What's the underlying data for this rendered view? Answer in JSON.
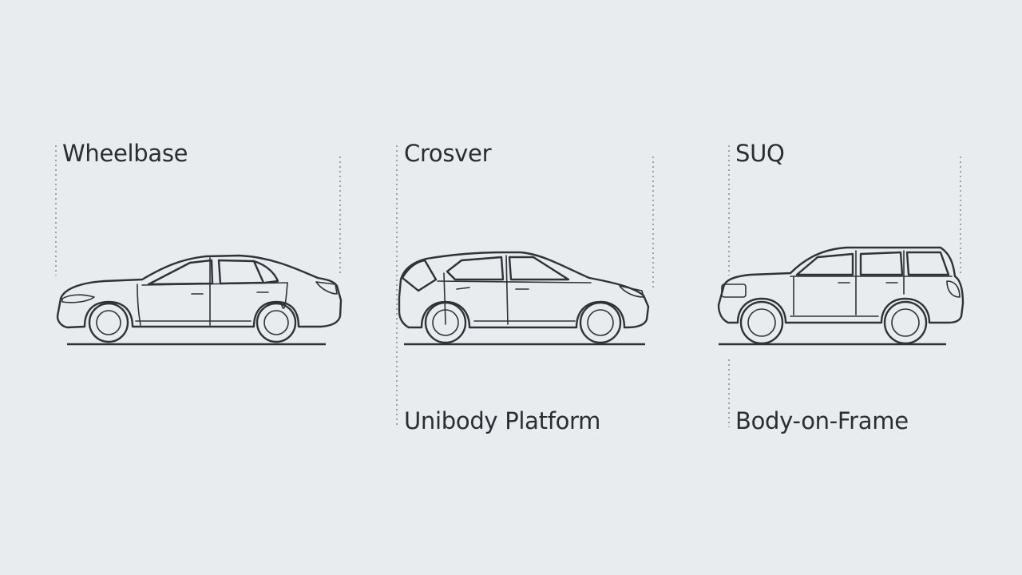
{
  "labels": {
    "wheelbase": "Wheelbase",
    "crossover": "Crosver",
    "suv": "SUQ",
    "unibody": "Unibody Platform",
    "frame": "Body-on-Frame"
  },
  "colors": {
    "background": "#e9ecee",
    "line": "#2f3236",
    "guide": "#8a8f96",
    "text": "#2a2d31"
  },
  "vehicles": [
    {
      "name": "sedan-icon"
    },
    {
      "name": "crossover-icon"
    },
    {
      "name": "suv-icon"
    }
  ]
}
